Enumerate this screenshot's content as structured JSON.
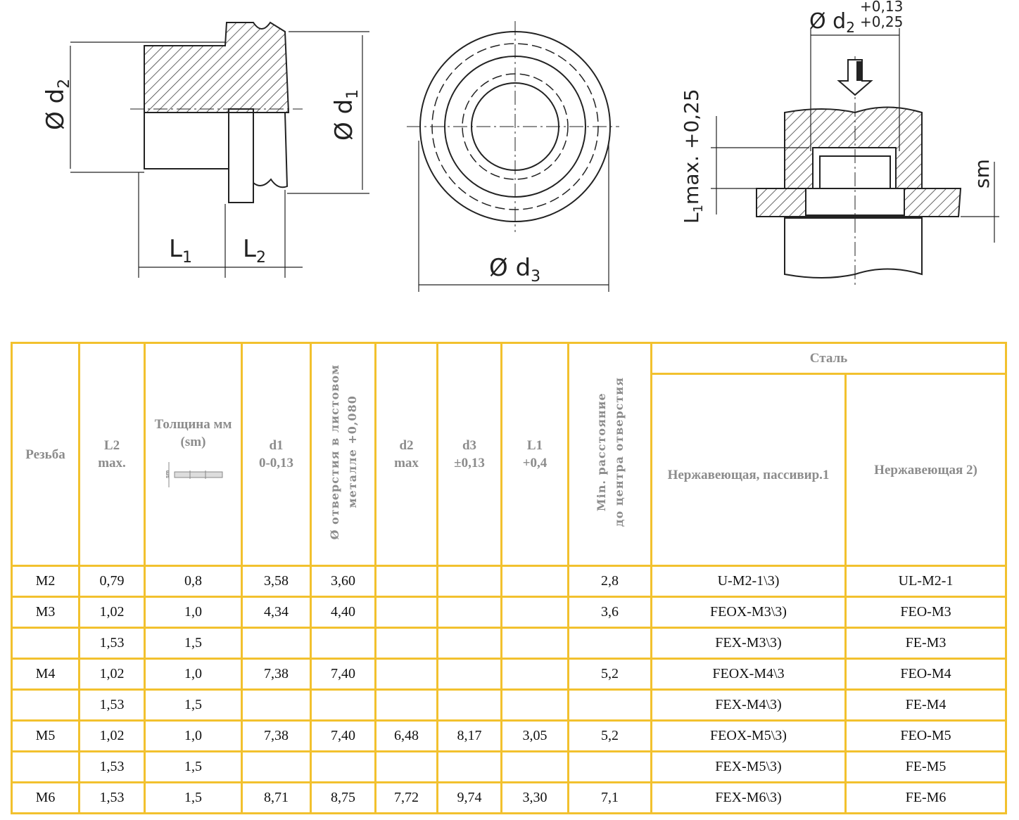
{
  "drawing_labels": {
    "left_d2": {
      "text": "Ø d",
      "sub": "2"
    },
    "left_d1": {
      "text": "Ø d",
      "sub": "1"
    },
    "left_L1": {
      "text": "L",
      "sub": "1"
    },
    "left_L2": {
      "text": "L",
      "sub": "2"
    },
    "mid_d3": {
      "text": "Ø d",
      "sub": "3"
    },
    "right_d2": {
      "text": "Ø d",
      "sub": "2",
      "tol_upper": "+0,13",
      "tol_lower": "+0,25"
    },
    "right_L1": {
      "text": "L",
      "sub": "1",
      "suffix": "max. +0,25"
    },
    "right_sm": "sm"
  },
  "table": {
    "group_header": "Сталь",
    "headers": {
      "thread": "Резьба",
      "l2": [
        "L2",
        "max."
      ],
      "thickness": [
        "Толщина мм",
        "(sm)"
      ],
      "thickness_icon_label": "sm",
      "d1": [
        "d1",
        "0-0,13"
      ],
      "hole": [
        "Ø отверстия в листовом",
        "металле +0,080"
      ],
      "d2": [
        "d2",
        "max"
      ],
      "d3": [
        "d3",
        "±0,13"
      ],
      "l1": [
        "L1",
        "+0,4"
      ],
      "min_dist": [
        "Min. расстояние",
        "до центра отверстия"
      ],
      "stainless_passivated": "Нержавеющая, пассивир.1",
      "stainless": "Нержавеющая 2)"
    },
    "rows": [
      [
        "M2",
        "0,79",
        "0,8",
        "3,58",
        "3,60",
        "",
        "",
        "",
        "2,8",
        "U-M2-1\\3)",
        "UL-M2-1"
      ],
      [
        "M3",
        "1,02",
        "1,0",
        "4,34",
        "4,40",
        "",
        "",
        "",
        "3,6",
        "FEOX-M3\\3)",
        "FEO-M3"
      ],
      [
        "",
        "1,53",
        "1,5",
        "",
        "",
        "",
        "",
        "",
        "",
        "FEX-M3\\3)",
        "FE-M3"
      ],
      [
        "M4",
        "1,02",
        "1,0",
        "7,38",
        "7,40",
        "",
        "",
        "",
        "5,2",
        "FEOX-M4\\3",
        "FEO-M4"
      ],
      [
        "",
        "1,53",
        "1,5",
        "",
        "",
        "",
        "",
        "",
        "",
        "FEX-M4\\3)",
        "FE-M4"
      ],
      [
        "M5",
        "1,02",
        "1,0",
        "7,38",
        "7,40",
        "6,48",
        "8,17",
        "3,05",
        "5,2",
        "FEOX-M5\\3)",
        "FEO-M5"
      ],
      [
        "",
        "1,53",
        "1,5",
        "",
        "",
        "",
        "",
        "",
        "",
        "FEX-M5\\3)",
        "FE-M5"
      ],
      [
        "M6",
        "1,53",
        "1,5",
        "8,71",
        "8,75",
        "7,72",
        "9,74",
        "3,30",
        "7,1",
        "FEX-M6\\3)",
        "FE-M6"
      ]
    ]
  }
}
